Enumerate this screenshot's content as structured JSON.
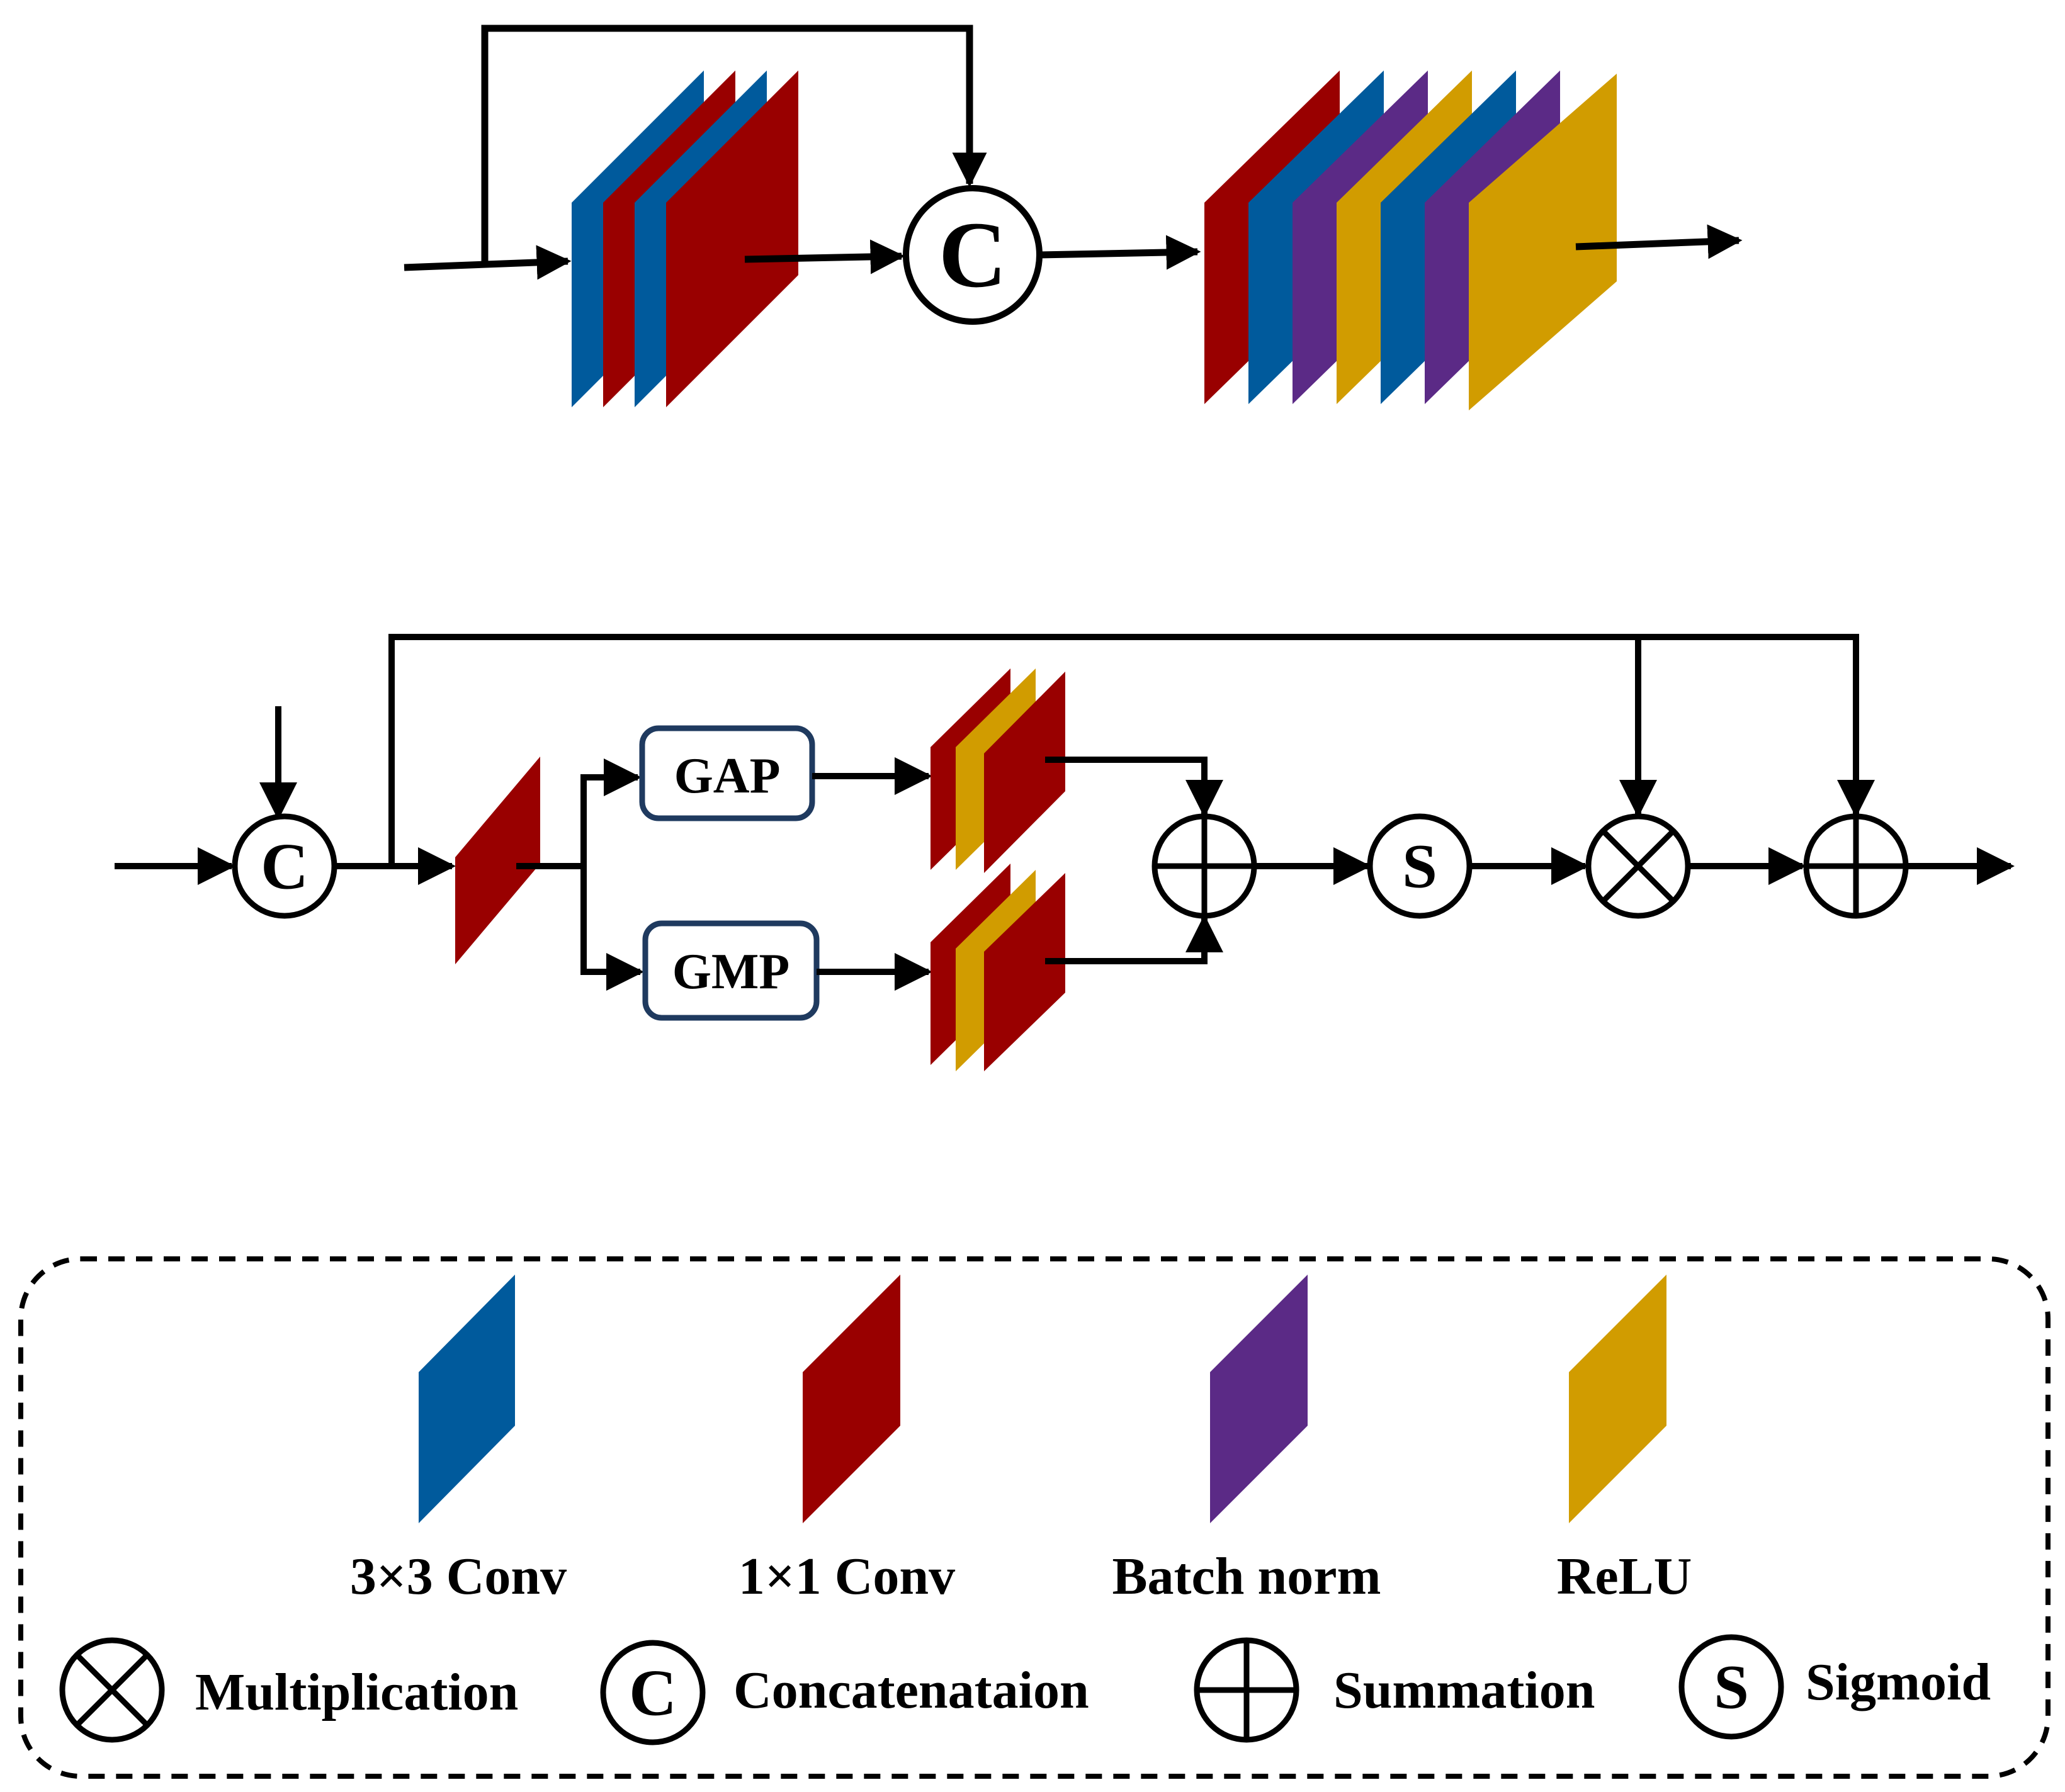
{
  "colors": {
    "conv3x3": "#005a9c",
    "conv1x1": "#990000",
    "batch_norm": "#5b2a86",
    "relu": "#d19c00",
    "line": "#000000",
    "box_border": "#1f3a5f"
  },
  "symbols": {
    "concat": "C",
    "sigmoid": "S"
  },
  "pooling": {
    "gap": "GAP",
    "gmp": "GMP"
  },
  "legend": {
    "conv3x3": "3×3 Conv",
    "conv1x1": "1×1 Conv",
    "batch_norm": "Batch norm",
    "relu": "ReLU",
    "multiplication": "Multiplication",
    "concatenation": "Concatenataion",
    "summation": "Summation",
    "sigmoid": "Sigmoid"
  },
  "icons": [
    "multiplication-icon",
    "concatenation-icon",
    "summation-icon",
    "sigmoid-icon"
  ]
}
